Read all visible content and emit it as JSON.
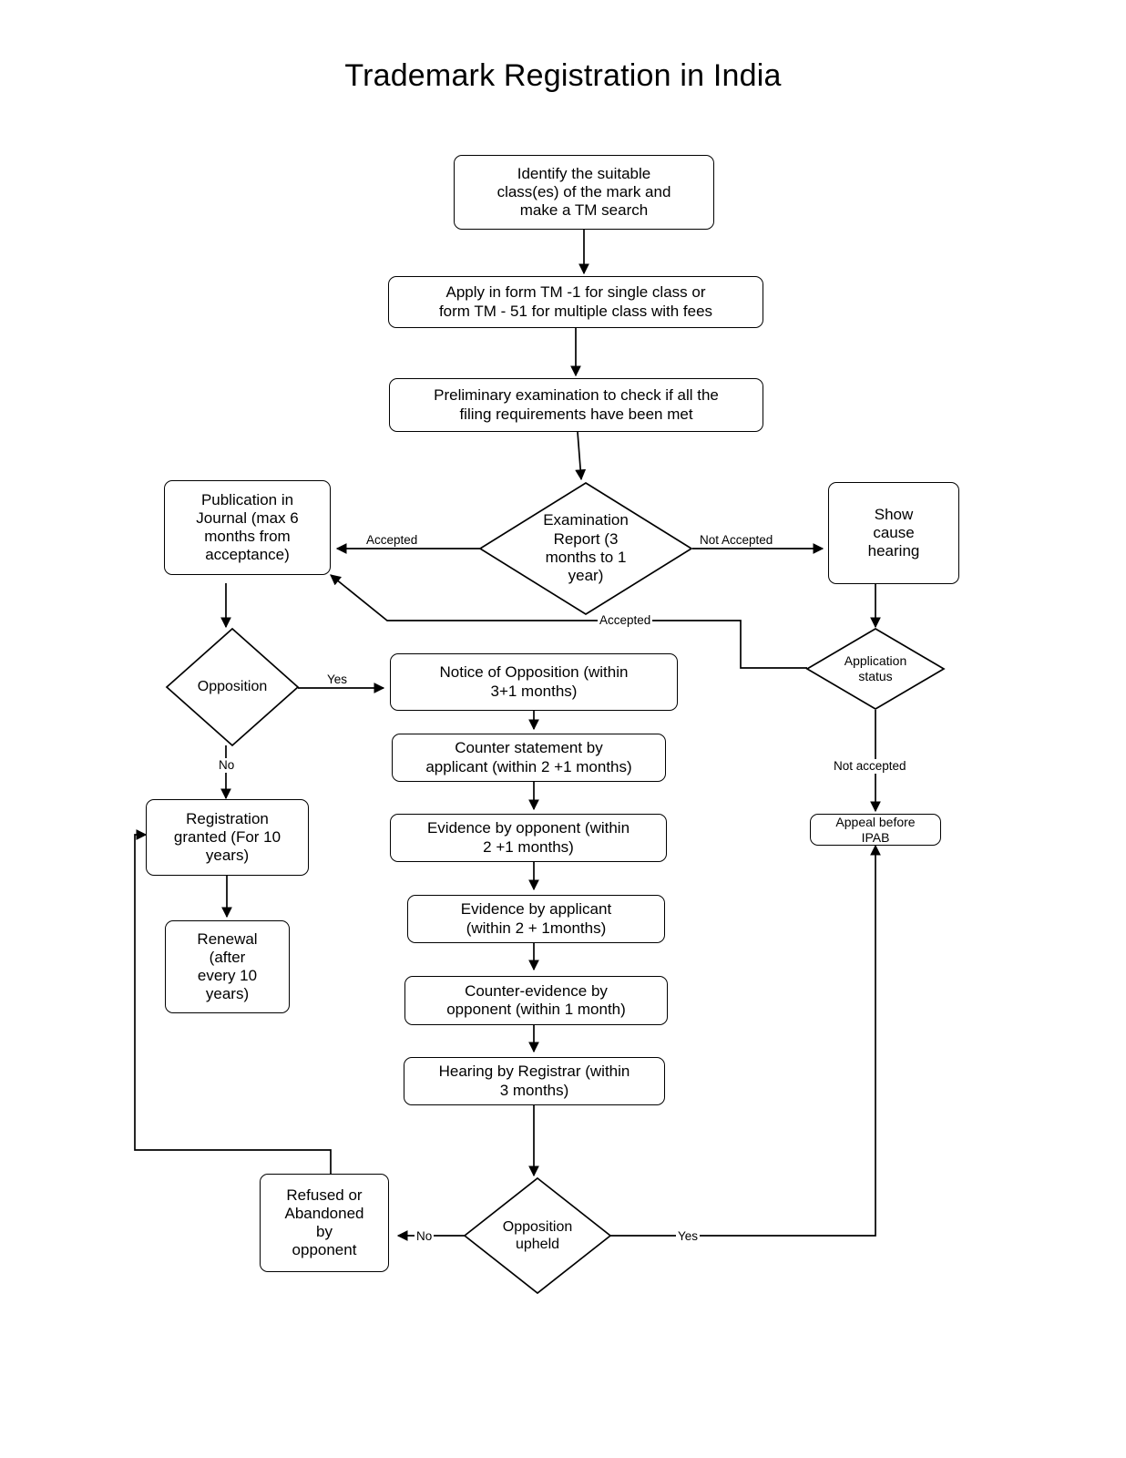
{
  "title": "Trademark Registration in India",
  "diagram": {
    "type": "flowchart",
    "orientation": "top-to-bottom",
    "nodes": [
      {
        "id": "identify",
        "shape": "box",
        "label": "Identify the suitable\nclass(es) of the mark and\nmake a TM search"
      },
      {
        "id": "apply",
        "shape": "box",
        "label": "Apply in form TM -1 for single class or\nform TM - 51 for multiple class with fees"
      },
      {
        "id": "prelim",
        "shape": "box",
        "label": "Preliminary examination to check if all the\nfiling requirements have been met"
      },
      {
        "id": "exam_report",
        "shape": "diamond",
        "label": "Examination\nReport (3\nmonths to 1\nyear)"
      },
      {
        "id": "publication",
        "shape": "box",
        "label": "Publication in\nJournal (max 6\nmonths from\nacceptance)"
      },
      {
        "id": "show_cause",
        "shape": "box",
        "label": "Show\ncause\nhearing"
      },
      {
        "id": "opposition",
        "shape": "diamond",
        "label": "Opposition"
      },
      {
        "id": "app_status",
        "shape": "diamond",
        "label": "Application\nstatus"
      },
      {
        "id": "notice",
        "shape": "box",
        "label": "Notice of Opposition (within\n3+1 months)"
      },
      {
        "id": "counter_stmt",
        "shape": "box",
        "label": "Counter statement by\napplicant (within 2 +1 months)"
      },
      {
        "id": "evid_opp",
        "shape": "box",
        "label": "Evidence by opponent (within\n2 +1 months)"
      },
      {
        "id": "evid_app",
        "shape": "box",
        "label": "Evidence by applicant\n(within 2 + 1months)"
      },
      {
        "id": "counter_evid",
        "shape": "box",
        "label": "Counter-evidence by\nopponent (within 1 month)"
      },
      {
        "id": "hearing",
        "shape": "box",
        "label": "Hearing by Registrar (within\n3 months)"
      },
      {
        "id": "registration",
        "shape": "box",
        "label": "Registration\ngranted (For 10\nyears)"
      },
      {
        "id": "renewal",
        "shape": "box",
        "label": "Renewal\n(after\nevery 10\nyears)"
      },
      {
        "id": "appeal",
        "shape": "box",
        "label": "Appeal before\nIPAB"
      },
      {
        "id": "opp_upheld",
        "shape": "diamond",
        "label": "Opposition\nupheld"
      },
      {
        "id": "refused",
        "shape": "box",
        "label": "Refused or\nAbandoned\nby\nopponent"
      }
    ],
    "edges": [
      {
        "from": "identify",
        "to": "apply",
        "label": ""
      },
      {
        "from": "apply",
        "to": "prelim",
        "label": ""
      },
      {
        "from": "prelim",
        "to": "exam_report",
        "label": ""
      },
      {
        "from": "exam_report",
        "to": "publication",
        "label": "Accepted"
      },
      {
        "from": "exam_report",
        "to": "show_cause",
        "label": "Not Accepted"
      },
      {
        "from": "publication",
        "to": "opposition",
        "label": ""
      },
      {
        "from": "show_cause",
        "to": "app_status",
        "label": ""
      },
      {
        "from": "app_status",
        "to": "publication",
        "label": "Accepted"
      },
      {
        "from": "app_status",
        "to": "appeal",
        "label": "Not accepted"
      },
      {
        "from": "opposition",
        "to": "notice",
        "label": "Yes"
      },
      {
        "from": "opposition",
        "to": "registration",
        "label": "No"
      },
      {
        "from": "notice",
        "to": "counter_stmt",
        "label": ""
      },
      {
        "from": "counter_stmt",
        "to": "evid_opp",
        "label": ""
      },
      {
        "from": "evid_opp",
        "to": "evid_app",
        "label": ""
      },
      {
        "from": "evid_app",
        "to": "counter_evid",
        "label": ""
      },
      {
        "from": "counter_evid",
        "to": "hearing",
        "label": ""
      },
      {
        "from": "hearing",
        "to": "opp_upheld",
        "label": ""
      },
      {
        "from": "opp_upheld",
        "to": "refused",
        "label": "No"
      },
      {
        "from": "opp_upheld",
        "to": "appeal",
        "label": "Yes"
      },
      {
        "from": "registration",
        "to": "renewal",
        "label": ""
      },
      {
        "from": "refused",
        "to": "registration",
        "label": ""
      }
    ],
    "edge_labels": {
      "accepted_left": "Accepted",
      "not_accepted_right": "Not Accepted",
      "accepted_return": "Accepted",
      "opposition_yes": "Yes",
      "opposition_no": "No",
      "app_status_not_accepted": "Not accepted",
      "upheld_no": "No",
      "upheld_yes": "Yes"
    },
    "colors": {
      "stroke": "#000000",
      "fill": "#ffffff",
      "text": "#000000"
    }
  }
}
